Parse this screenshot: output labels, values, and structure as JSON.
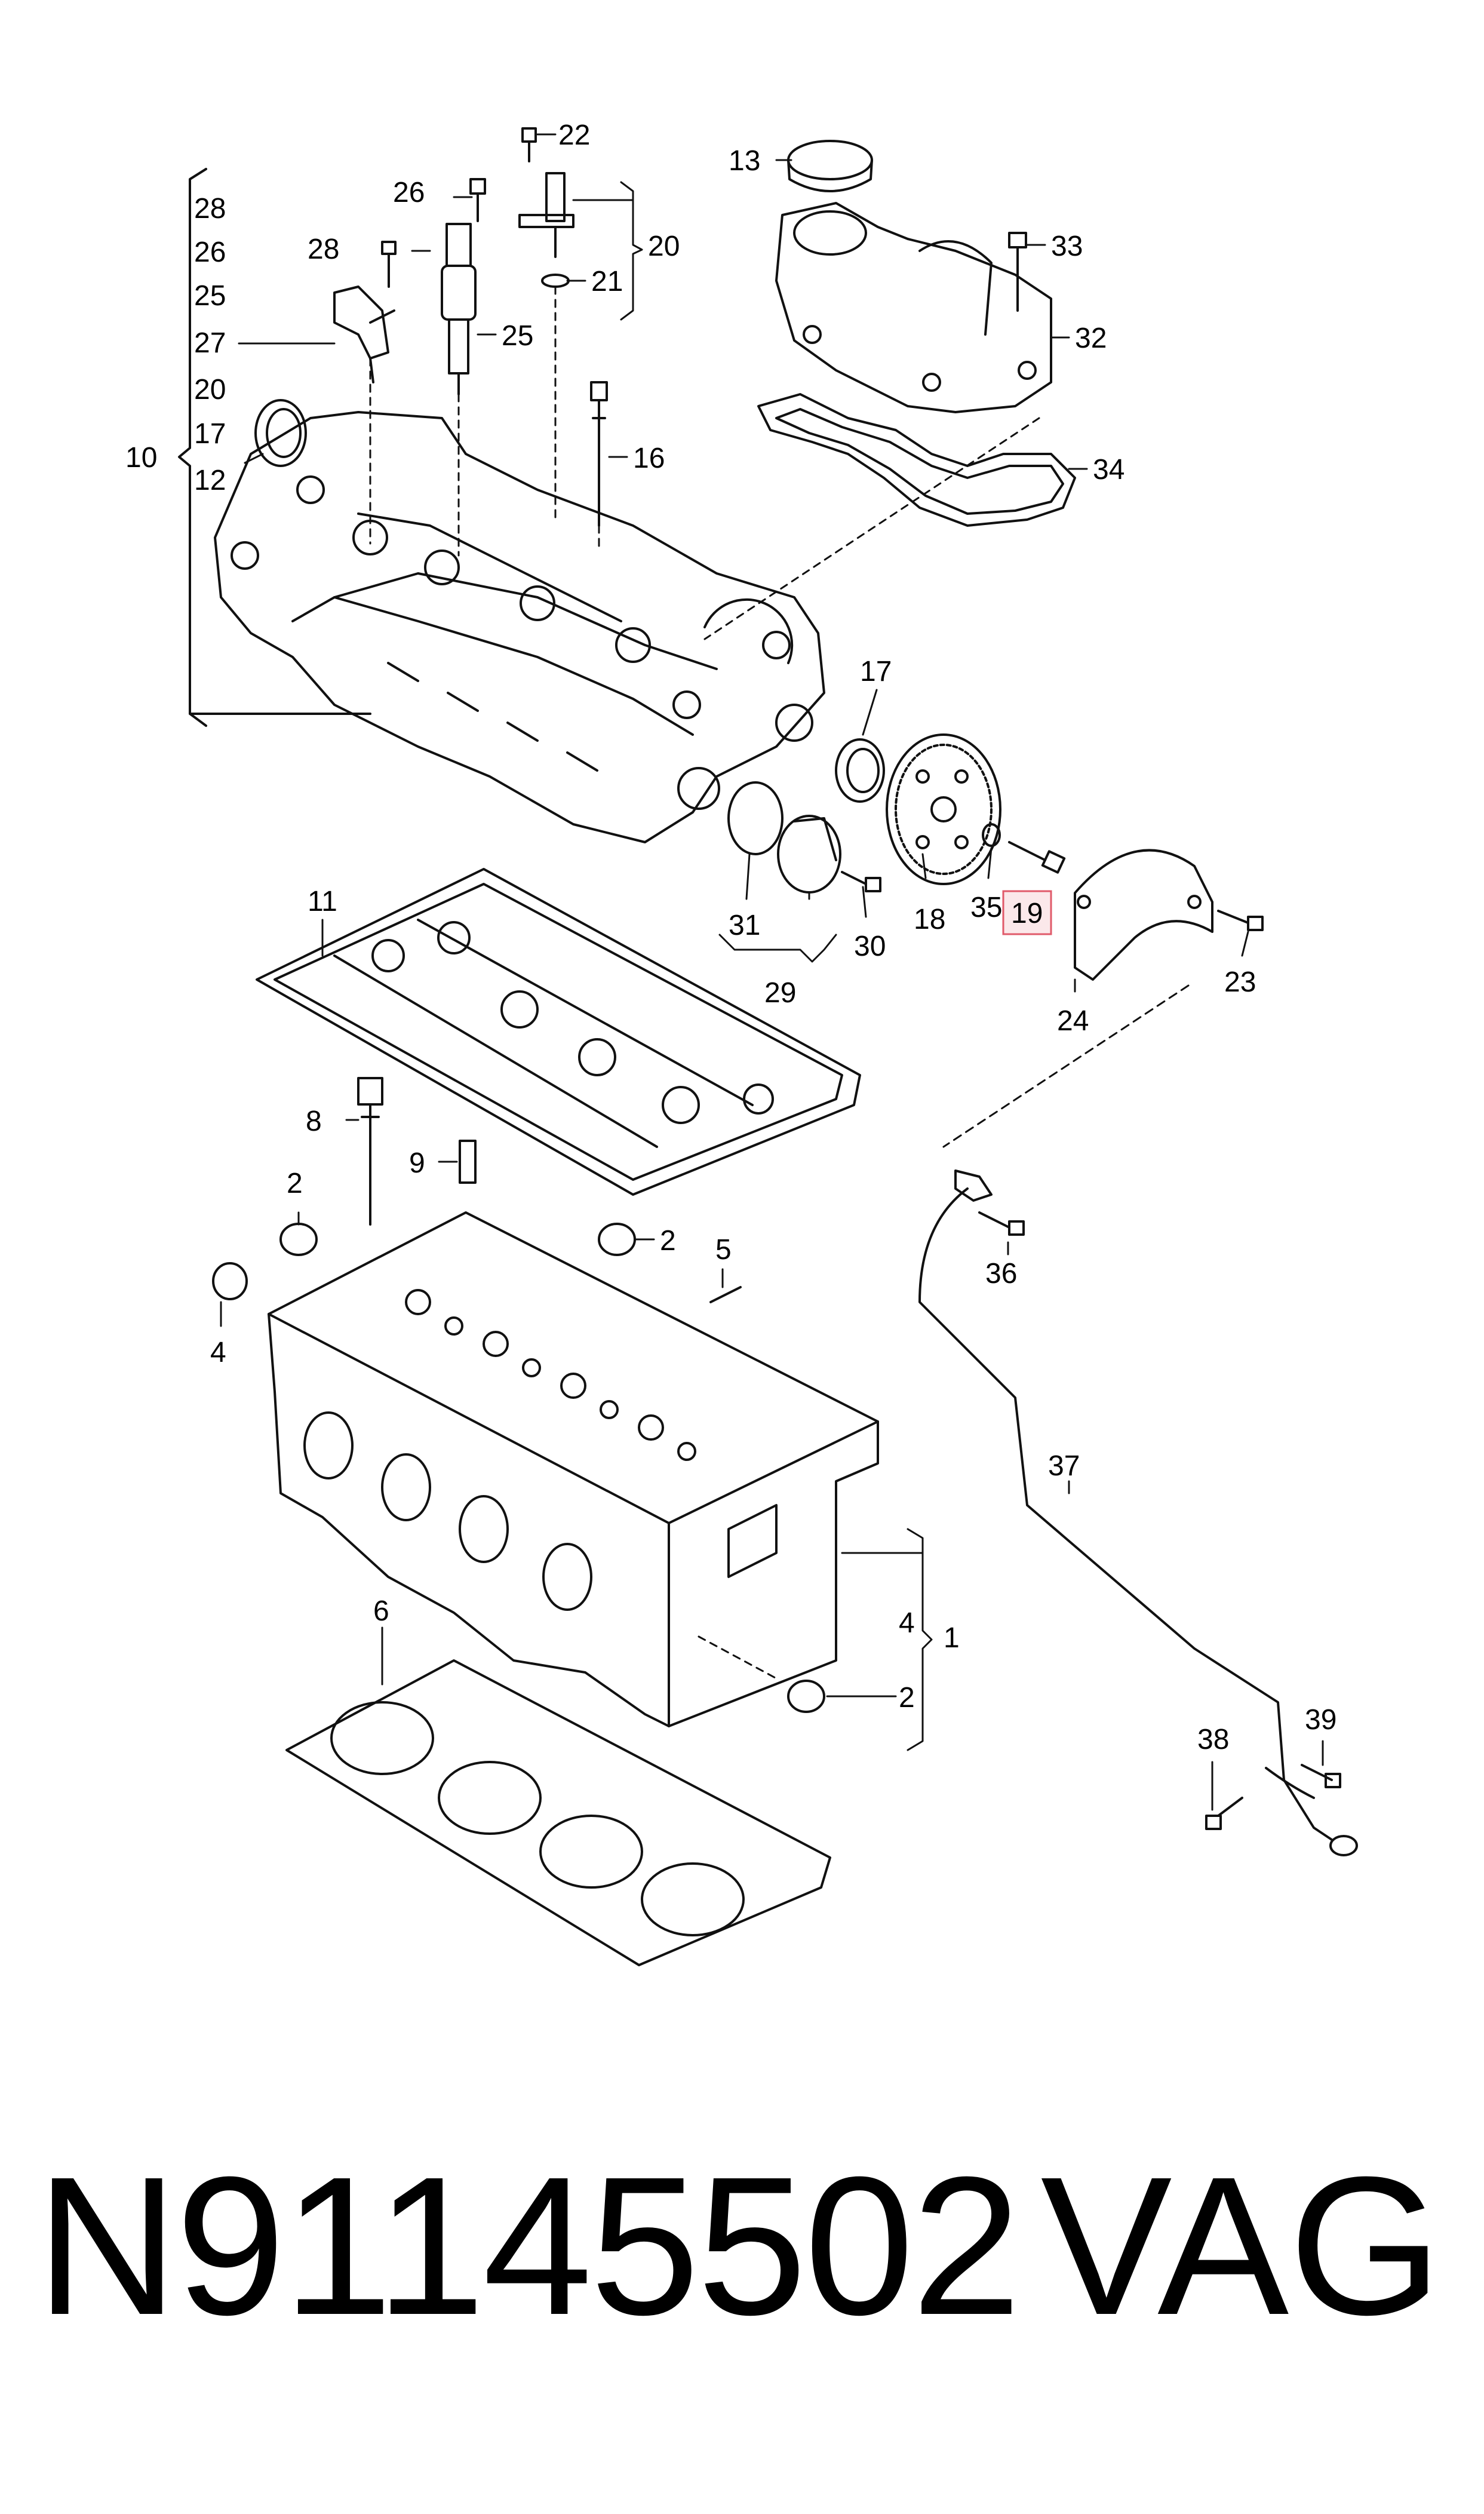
{
  "callouts": [
    "28",
    "26",
    "25",
    "27",
    "20",
    "17",
    "10",
    "12",
    "22",
    "26",
    "28",
    "20",
    "21",
    "25",
    "16",
    "13",
    "33",
    "32",
    "34",
    "17",
    "18",
    "35",
    "19",
    "31",
    "29",
    "30",
    "24",
    "23",
    "11",
    "8",
    "9",
    "2",
    "2",
    "5",
    "4",
    "36",
    "37",
    "6",
    "4",
    "1",
    "2",
    "38",
    "39"
  ],
  "highlighted_callout": "19",
  "highlight_color": "#e05a6a",
  "footer": {
    "part_number": "N91145502",
    "brand": "VAG"
  }
}
